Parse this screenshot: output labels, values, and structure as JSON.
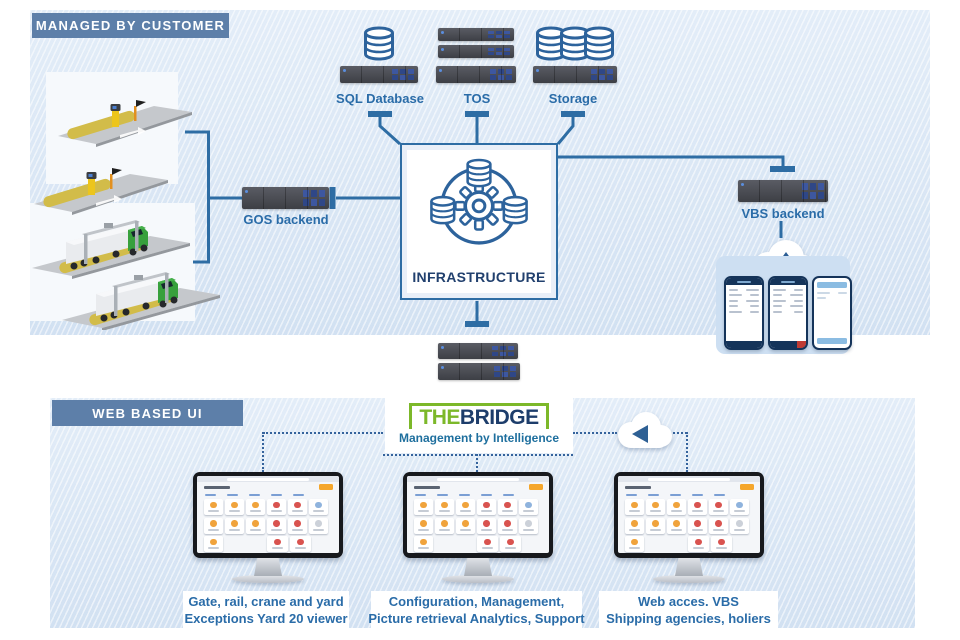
{
  "colors": {
    "accent_blue": "#2e6da4",
    "label_blue": "#2a6ca8",
    "header_bg": "#5d7fa9",
    "brand_green": "#7cb829",
    "brand_navy": "#1d3d6b",
    "subtitle_blue": "#1e6f9e"
  },
  "managed_section": {
    "title": "MANAGED BY CUSTOMER"
  },
  "web_section": {
    "title": "WEB BASED UI"
  },
  "nodes": {
    "sql": {
      "label": "SQL Database"
    },
    "tos": {
      "label": "TOS"
    },
    "storage": {
      "label": "Storage"
    },
    "infrastructure": {
      "label": "INFRASTRUCTURE"
    },
    "gos": {
      "label": "GOS backend"
    },
    "vbs": {
      "label": "VBS backend"
    }
  },
  "logo": {
    "word1": "THE",
    "word2": "BRIDGE",
    "subtitle": "Management by Intelligence"
  },
  "monitor_captions": [
    {
      "line1": "Gate, rail, crane and yard",
      "line2": "Exceptions Yard 20 viewer"
    },
    {
      "line1": "Configuration, Management,",
      "line2": "Picture retrieval Analytics, Support"
    },
    {
      "line1": "Web acces. VBS",
      "line2": "Shipping agencies, holiers"
    }
  ],
  "dashboard": {
    "button_color": "#f5a62b",
    "icon_colors": {
      "y": "#f0a33c",
      "r": "#d9534f",
      "b": "#8fb3dd",
      "g": "#ccd1d9"
    },
    "rows": [
      [
        "y",
        "y",
        "y",
        "r",
        "r",
        "b"
      ],
      [
        "y",
        "y",
        "y",
        "r",
        "r",
        "g"
      ],
      [
        "y",
        "",
        "",
        "r",
        "r",
        ""
      ]
    ]
  }
}
